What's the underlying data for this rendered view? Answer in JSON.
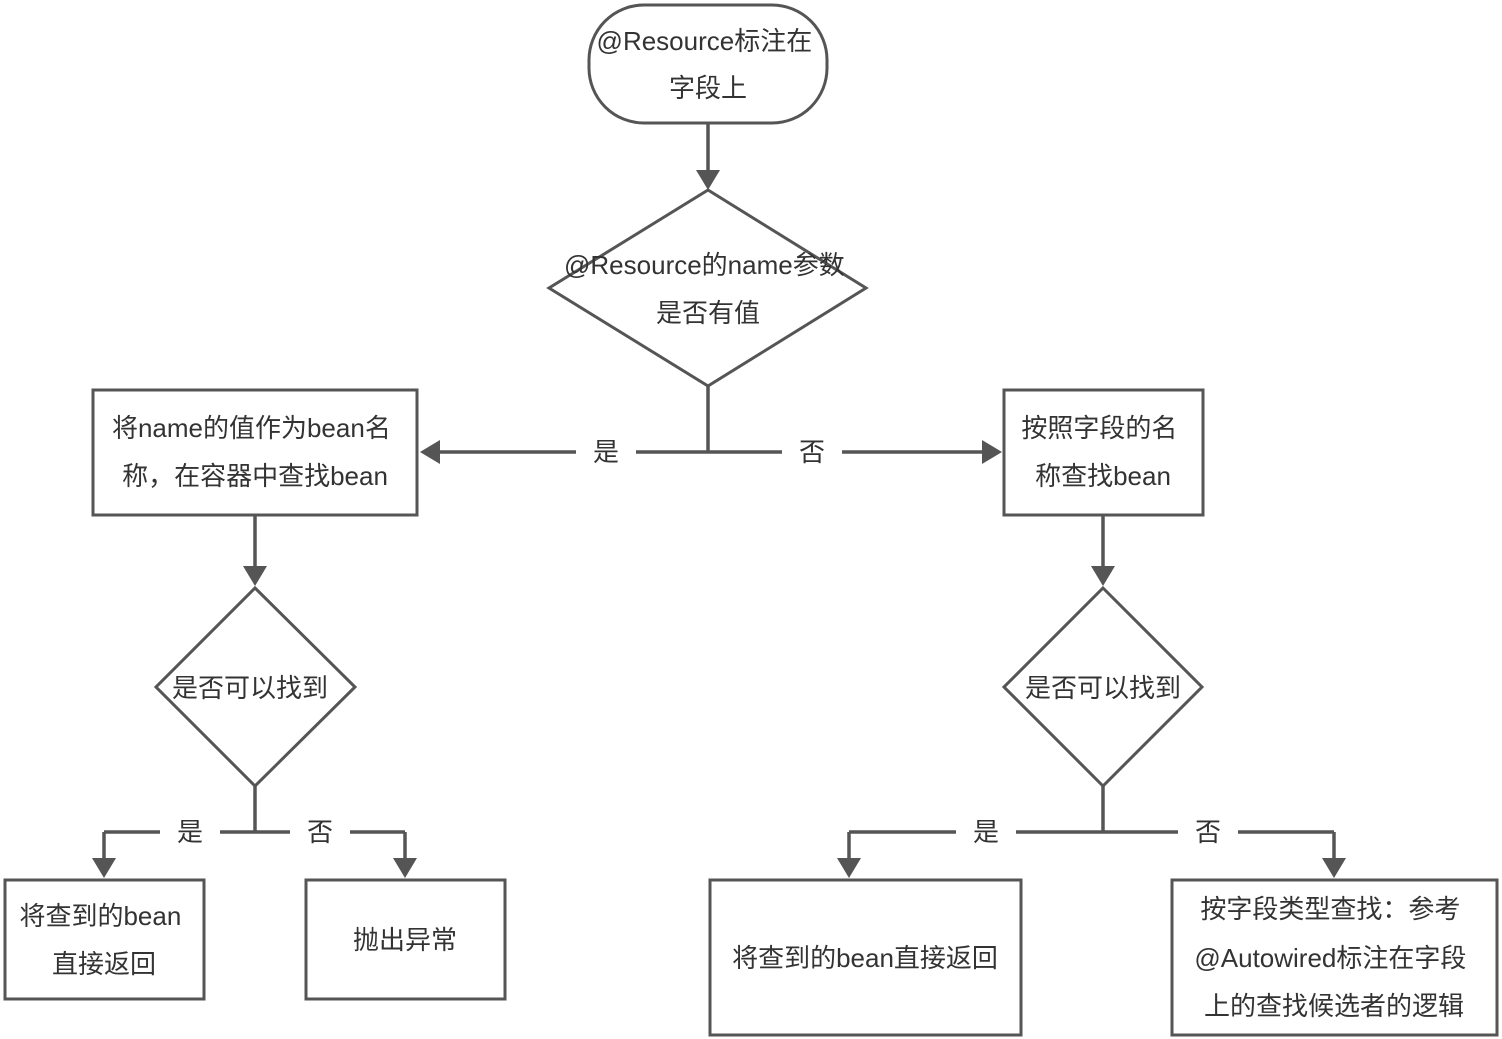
{
  "nodes": {
    "start": {
      "lines": [
        "@Resource标注在",
        "字段上"
      ]
    },
    "decision_name": {
      "lines": [
        "@Resource的name参数",
        "是否有值"
      ]
    },
    "find_by_name_value": {
      "lines": [
        "将name的值作为bean名",
        "称，在容器中查找bean"
      ]
    },
    "find_by_field_name": {
      "lines": [
        "按照字段的名",
        "称查找bean"
      ]
    },
    "decision_found_left": {
      "lines": [
        "是否可以找到"
      ]
    },
    "decision_found_right": {
      "lines": [
        "是否可以找到"
      ]
    },
    "return_left": {
      "lines": [
        "将查到的bean",
        "直接返回"
      ]
    },
    "throw_exception": {
      "lines": [
        "抛出异常"
      ]
    },
    "return_right": {
      "lines": [
        "将查到的bean直接返回"
      ]
    },
    "find_by_type": {
      "lines": [
        "按字段类型查找：参考",
        "@Autowired标注在字段",
        "上的查找候选者的逻辑"
      ]
    }
  },
  "edge_labels": {
    "top_yes": "是",
    "top_no": "否",
    "left_yes": "是",
    "left_no": "否",
    "right_yes": "是",
    "right_no": "否"
  }
}
